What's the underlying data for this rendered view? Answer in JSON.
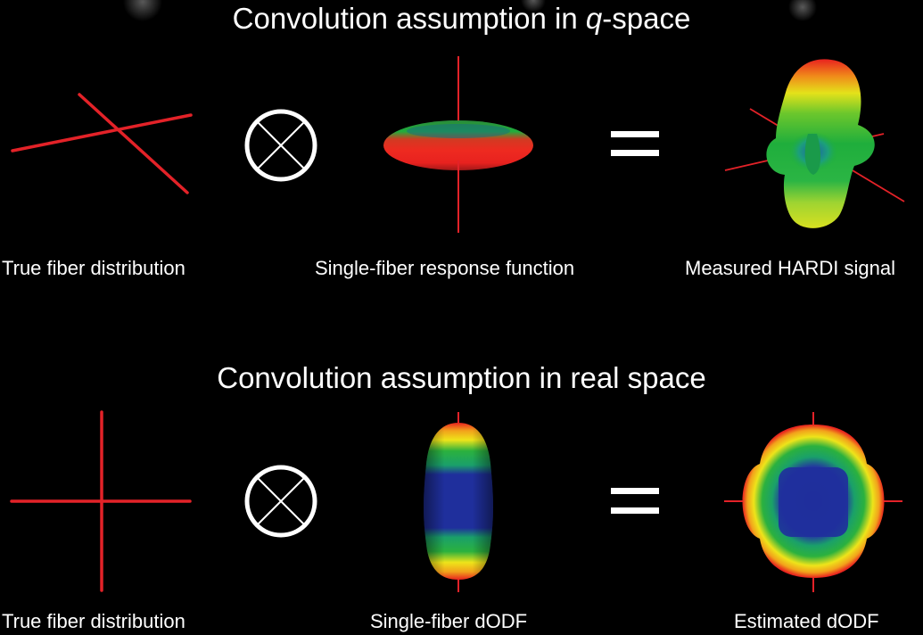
{
  "colors": {
    "background": "#000000",
    "fiber_line": "#e32228",
    "operator": "#ffffff",
    "surface_high": "#e8221f",
    "surface_mid": "#f5e600",
    "surface_low": "#1fae3c",
    "surface_min": "#1f2f9c"
  },
  "top_row": {
    "title_prefix": "Convolution assumption in ",
    "title_italic": "q",
    "title_suffix": "-space",
    "labels": {
      "true_fiber": "True fiber distribution",
      "response": "Single-fiber response function",
      "measured": "Measured HARDI signal"
    },
    "icons": [
      "crossed-fibers-icon",
      "convolution-operator-icon",
      "torus-response-icon",
      "equals-icon",
      "hardi-signal-icon"
    ]
  },
  "bottom_row": {
    "title": "Convolution assumption in real space",
    "labels": {
      "true_fiber": "True fiber distribution",
      "response": "Single-fiber dODF",
      "estimated": "Estimated dODF"
    },
    "icons": [
      "orthogonal-fibers-icon",
      "convolution-operator-icon",
      "capsule-dodf-icon",
      "equals-icon",
      "estimated-dodf-icon"
    ]
  }
}
